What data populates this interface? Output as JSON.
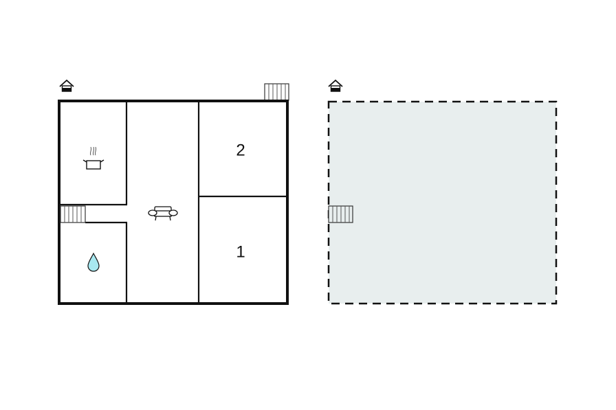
{
  "diagram": {
    "type": "floor-plan",
    "floors": [
      {
        "id": "ground-floor",
        "outline": "solid",
        "fill": "#ffffff",
        "entrance_icon": "house-entrance-icon",
        "rooms": [
          {
            "id": "kitchen",
            "icon": "cooking-pot-icon",
            "label": ""
          },
          {
            "id": "bathroom",
            "icon": "water-drop-icon",
            "label": ""
          },
          {
            "id": "living-room",
            "icon": "sofa-icon",
            "label": ""
          },
          {
            "id": "bedroom-2",
            "icon": "",
            "label": "2"
          },
          {
            "id": "bedroom-1",
            "icon": "",
            "label": "1"
          }
        ],
        "stairs": [
          "stairs-top-right",
          "stairs-left"
        ]
      },
      {
        "id": "upper-floor",
        "outline": "dashed",
        "fill": "#e8eeee",
        "entrance_icon": "house-entrance-icon",
        "rooms": [],
        "stairs": [
          "stairs-left"
        ]
      }
    ],
    "colors": {
      "wall": "#111111",
      "water": "#a8e8f0",
      "upper_fill": "#e8eeee"
    }
  },
  "labels": {
    "bedroom_2": "2",
    "bedroom_1": "1"
  }
}
